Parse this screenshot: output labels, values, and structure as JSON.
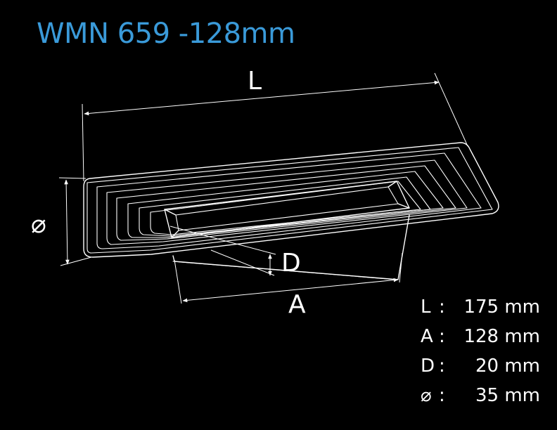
{
  "title": "WMN 659 -128mm",
  "colors": {
    "background": "#000000",
    "title": "#3a9ad9",
    "line": "#ffffff"
  },
  "dimension_labels": {
    "length": "L",
    "center_distance": "A",
    "depth": "D",
    "diameter": "⌀"
  },
  "specs": [
    {
      "key": "L",
      "colon": ":",
      "value": "175 mm"
    },
    {
      "key": "A",
      "colon": ":",
      "value": "128 mm"
    },
    {
      "key": "D",
      "colon": ":",
      "value": "20 mm"
    },
    {
      "key": "⌀",
      "colon": ":",
      "value": "35 mm"
    }
  ]
}
